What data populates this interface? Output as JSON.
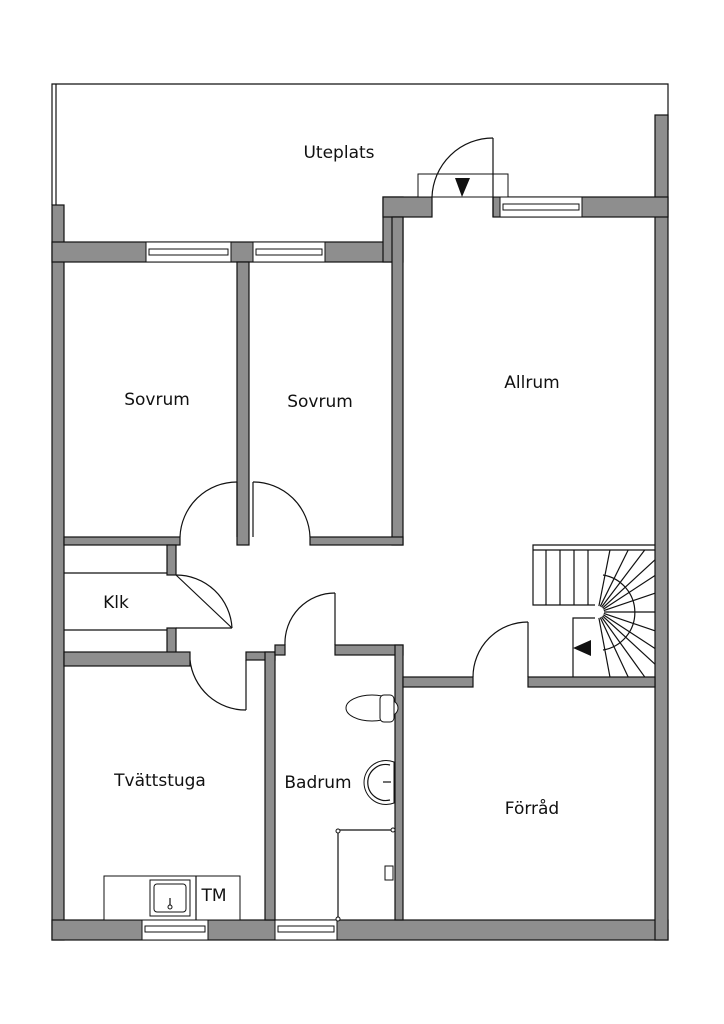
{
  "rooms": {
    "uteplats": "Uteplats",
    "sovrum_1": "Sovrum",
    "sovrum_2": "Sovrum",
    "allrum": "Allrum",
    "klk": "Klk",
    "tvattstuga": "Tvättstuga",
    "badrum": "Badrum",
    "forrad": "Förråd"
  },
  "fixtures": {
    "tm": "TM"
  },
  "colors": {
    "wall": "#8e8e8e",
    "line": "#111111"
  }
}
